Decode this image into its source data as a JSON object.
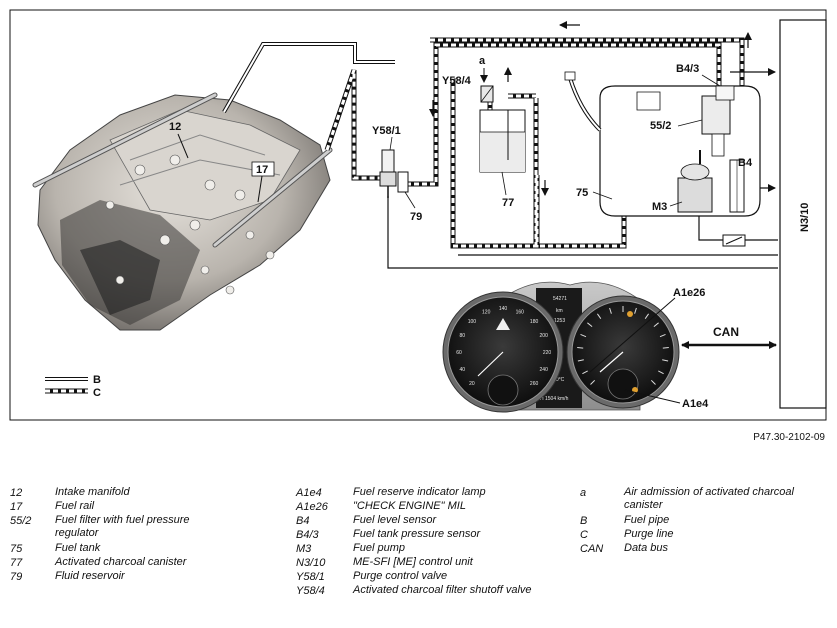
{
  "labels": {
    "intake_manifold": "12",
    "fuel_rail": "17",
    "purge_valve": "Y58/1",
    "shutoff_valve": "Y58/4",
    "air_admission": "a",
    "fluid_reservoir": "79",
    "canister": "77",
    "fuel_tank": "75",
    "tank_pressure_sensor": "B4/3",
    "fuel_filter": "55/2",
    "level_sensor": "B4",
    "fuel_pump": "M3",
    "control_unit": "N3/10",
    "mil": "A1e26",
    "reserve_lamp": "A1e4",
    "data_bus": "CAN",
    "fuel_pipe_key": "B",
    "purge_line_key": "C"
  },
  "cluster": {
    "odometer": "54271",
    "trip_unit": "km",
    "trip_value": "1253",
    "temp": "+25.0°C",
    "status": "H 1504 km/h",
    "speed_ticks": [
      "20",
      "40",
      "60",
      "80",
      "100",
      "120",
      "140",
      "160",
      "180",
      "200",
      "220",
      "240",
      "260"
    ]
  },
  "figure_ref": "P47.30-2102-09",
  "legend": {
    "col1": [
      {
        "code": "12",
        "text": "Intake manifold"
      },
      {
        "code": "17",
        "text": "Fuel rail"
      },
      {
        "code": "55/2",
        "text": "Fuel filter with fuel pressure regulator"
      },
      {
        "code": "75",
        "text": "Fuel tank"
      },
      {
        "code": "77",
        "text": "Activated charcoal canister"
      },
      {
        "code": "79",
        "text": "Fluid reservoir"
      }
    ],
    "col2": [
      {
        "code": "A1e4",
        "text": "Fuel reserve indicator lamp"
      },
      {
        "code": "A1e26",
        "text": "\"CHECK ENGINE\" MIL"
      },
      {
        "code": "B4",
        "text": "Fuel level sensor"
      },
      {
        "code": "B4/3",
        "text": "Fuel tank pressure sensor"
      },
      {
        "code": "M3",
        "text": "Fuel pump"
      },
      {
        "code": "N3/10",
        "text": "ME-SFI [ME] control unit"
      },
      {
        "code": "Y58/1",
        "text": "Purge control valve"
      },
      {
        "code": "Y58/4",
        "text": "Activated charcoal filter shutoff valve"
      }
    ],
    "col3": [
      {
        "code": "a",
        "text": "Air admission of activated charcoal canister"
      },
      {
        "code": "B",
        "text": "Fuel pipe"
      },
      {
        "code": "C",
        "text": "Purge line"
      },
      {
        "code": "CAN",
        "text": "Data bus"
      }
    ]
  }
}
